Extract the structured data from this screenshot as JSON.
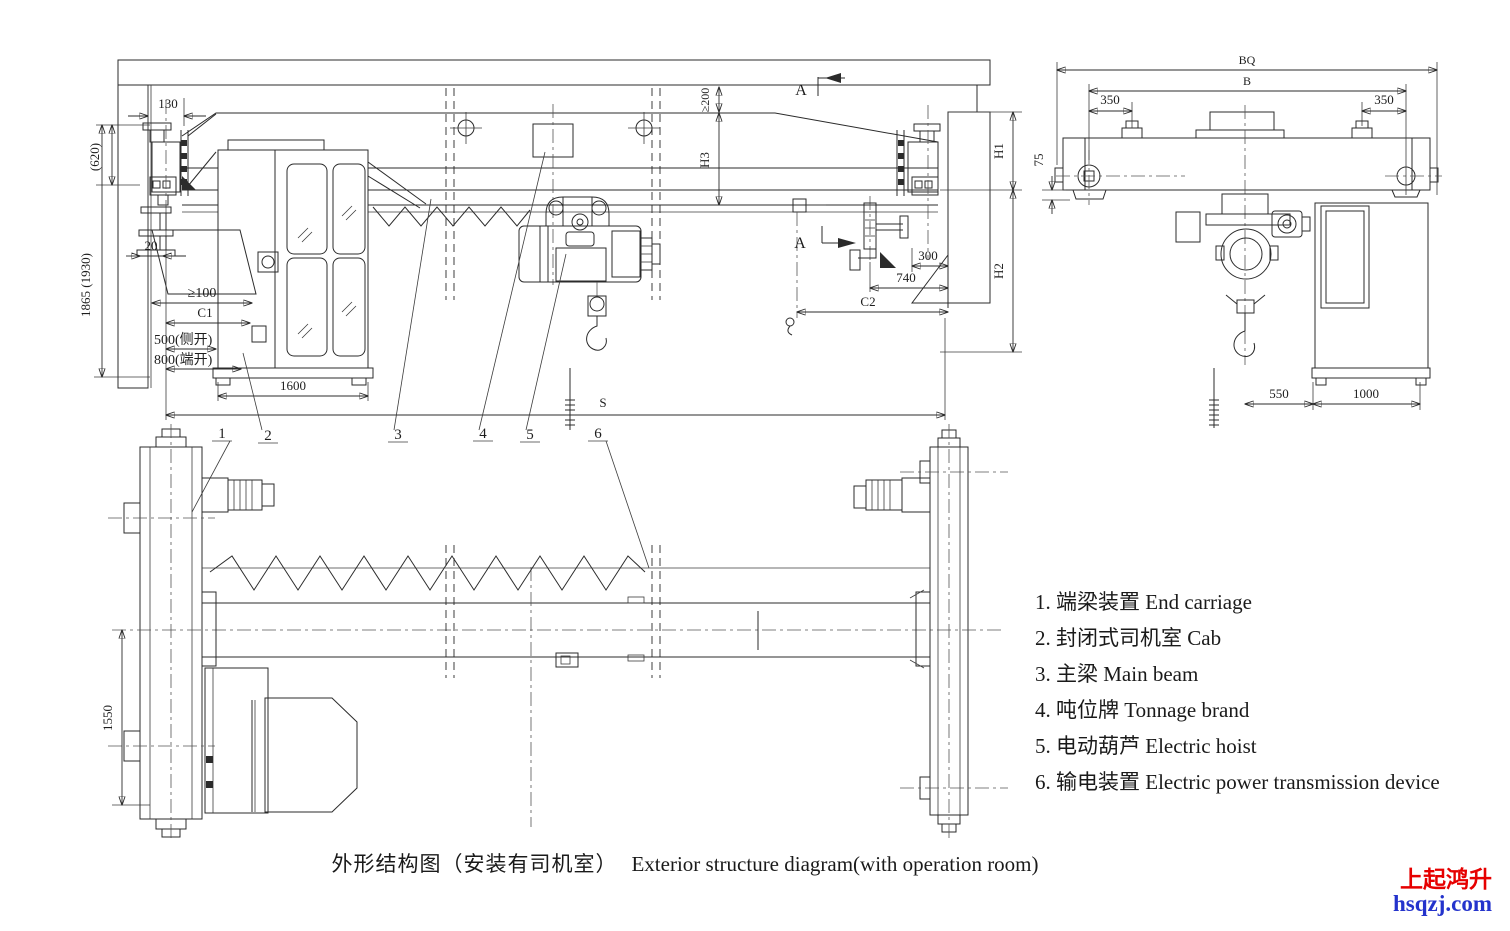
{
  "dims": {
    "front": {
      "d130": "130",
      "d620": "(620)",
      "d1865": "1865 (1930)",
      "d20": "20",
      "dge100": "≥100",
      "c1": "C1",
      "d500": "500(侧开)",
      "d800": "800(端开)",
      "d1600": "1600",
      "dge200": "≥200",
      "h3": "H3",
      "h1": "H1",
      "h2": "H2",
      "d300": "300",
      "d740": "740",
      "c2": "C2",
      "s": "S"
    },
    "side": {
      "bq": "BQ",
      "b": "B",
      "d350l": "350",
      "d350r": "350",
      "d75": "75",
      "d550": "550",
      "d1000": "1000"
    },
    "plan": {
      "d1550": "1550"
    }
  },
  "section": {
    "label": "A"
  },
  "callouts": [
    "1",
    "2",
    "3",
    "4",
    "5",
    "6"
  ],
  "legend": {
    "items": [
      "1. 端梁装置 End carriage",
      "2. 封闭式司机室 Cab",
      "3. 主梁 Main beam",
      "4. 吨位牌 Tonnage brand",
      "5. 电动葫芦 Electric hoist",
      "6. 输电装置 Electric power transmission device"
    ]
  },
  "caption": {
    "zh": "外形结构图（安装有司机室）",
    "en": "Exterior structure diagram(with operation room)"
  },
  "watermark": {
    "brand": "上起鸿升",
    "site": "hsqzj.com",
    "brand_color": "#e60000",
    "site_color": "#2433cc"
  },
  "colors": {
    "line": "#2b2b2b",
    "background": "#ffffff"
  }
}
